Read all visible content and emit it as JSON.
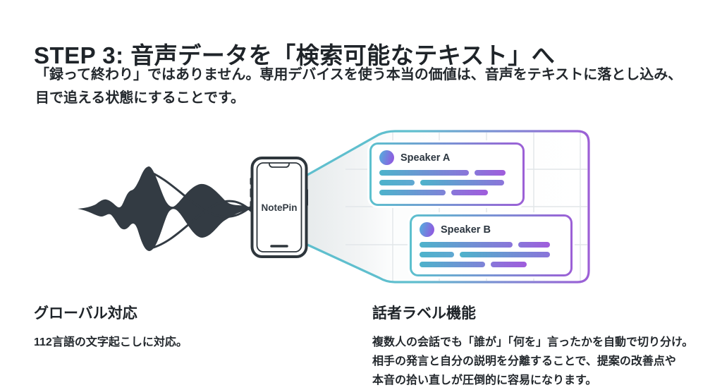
{
  "header": {
    "title": "STEP 3: 音声データを「検索可能なテキスト」へ",
    "subtitle_line1": "「録って終わり」ではありません。専用デバイスを使う本当の価値は、音声をテキストに落とし込み、",
    "subtitle_line2": "目で追える状態にすることです。"
  },
  "diagram": {
    "device_label": "NotePin",
    "speaker_a": {
      "label": "Speaker A"
    },
    "speaker_b": {
      "label": "Speaker B"
    },
    "colors": {
      "wave_dark": "#333b43",
      "teal_accent": "#5cc1ce",
      "purple_accent": "#9c5fd6",
      "bar_teal": "#4db3cb",
      "bar_purple": "#a05cdc",
      "grid_line": "#e2e6e9"
    }
  },
  "features": [
    {
      "heading": "グローバル対応",
      "body_lines": [
        "112言語の文字起こしに対応。"
      ]
    },
    {
      "heading": "話者ラベル機能",
      "body_lines": [
        "複数人の会話でも「誰が」「何を」言ったかを自動で切り分け。",
        "相手の発言と自分の説明を分離することで、提案の改善点や",
        "本音の拾い直しが圧倒的に容易になります。"
      ]
    }
  ]
}
